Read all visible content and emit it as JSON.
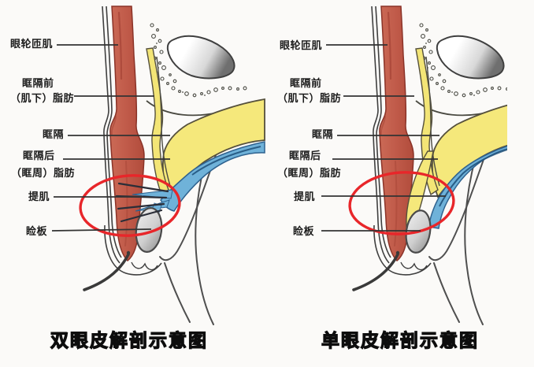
{
  "figure": {
    "type": "eyelid-anatomy-comparison",
    "captions": {
      "double": "双眼皮解剖示意图",
      "single": "单眼皮解剖示意图"
    },
    "labels": {
      "orbicularis": "眼轮匝肌",
      "preseptal_fat_line1": "眶隔前",
      "preseptal_fat_line2": "（肌下）脂肪",
      "orbital_septum": "眶隔",
      "postseptal_fat_line1": "眶隔后",
      "postseptal_fat_line2": "（眶周）脂肪",
      "levator_muscle": "提肌",
      "tarsal_plate": "睑板"
    },
    "colors": {
      "muscle_red": "#c05a49",
      "fat_yellow": "#f5e87b",
      "levator_blue": "#6fb2d9",
      "tarsus_grey": "#c9c9c9",
      "bone_grey": "#8f8f8f",
      "outline_dark": "#3f3f3f",
      "highlight_ellipse": "#e8262a",
      "background": "#fbfaf8",
      "label_text": "#1c1c1c"
    }
  }
}
